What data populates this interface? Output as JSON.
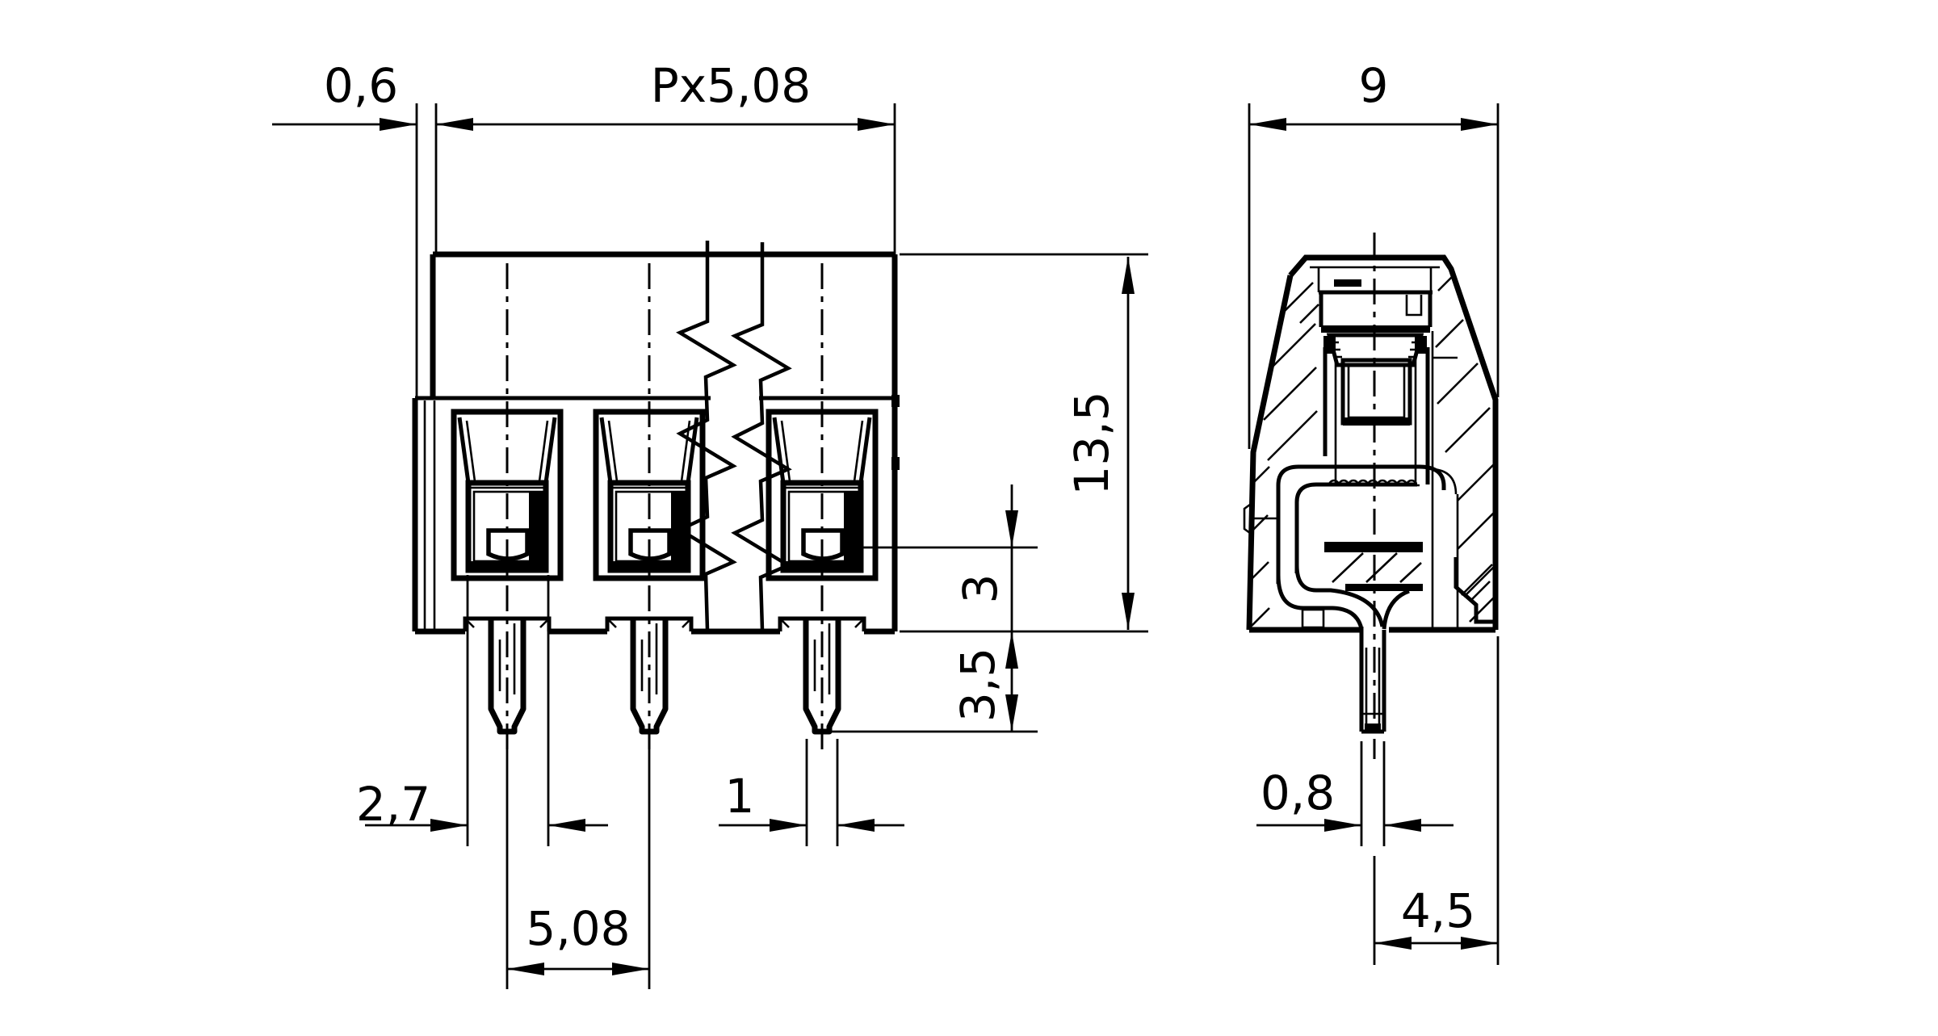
{
  "background": "#ffffff",
  "line_color": "#000000",
  "dimensions": {
    "front_view": {
      "housing_edge_offset": "0,6",
      "total_pitch": "Px5,08",
      "housing_height": "13,5",
      "clamp_bottom_to_base": "3",
      "pin_length": "3,5",
      "clamp_opening_width": "2,7",
      "pin_pitch": "5,08",
      "pin_width": "1"
    },
    "side_view": {
      "housing_depth": "9",
      "pin_thickness": "0,8",
      "pin_center_to_edge": "4,5"
    }
  }
}
